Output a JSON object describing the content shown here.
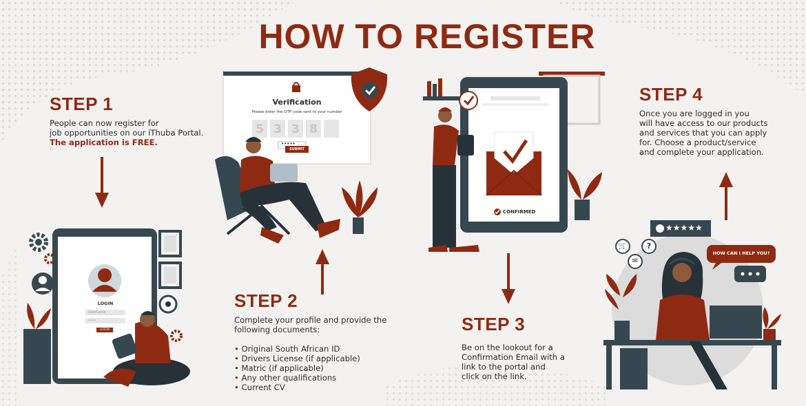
{
  "title": "HOW TO REGISTER",
  "colors": {
    "accent": "#8f2a12",
    "dark": "#37474f",
    "text": "#2d2d2d"
  },
  "step1": {
    "heading": "STEP 1",
    "lines": [
      "People can now register for",
      "job opportunities on our iThuba Portal."
    ],
    "highlight": "The application is FREE.",
    "screen": {
      "login_label": "LOGIN",
      "username_placeholder": "Username",
      "password_placeholder": "••••",
      "button": "LOGIN"
    }
  },
  "step2": {
    "heading": "STEP 2",
    "intro_lines": [
      "Complete your profile and provide the",
      "following documents:"
    ],
    "documents": [
      "Original South African ID",
      "Drivers License (if applicable)",
      "Matric (if applicable)",
      "Any other qualifications",
      "Current CV"
    ],
    "screen": {
      "title": "Verification",
      "subtitle": "Please enter the OTP code sent to your number",
      "otp_digits": [
        "5",
        "3",
        "3",
        "8",
        ""
      ],
      "password_mask": "•••••",
      "button": "SUBMIT"
    }
  },
  "step3": {
    "heading": "STEP 3",
    "lines": [
      "Be on the lookout for a",
      "Confirmation Email with a",
      "link to the portal and",
      "click on the link."
    ],
    "screen": {
      "status": "CONFIRMED"
    }
  },
  "step4": {
    "heading": "STEP 4",
    "lines": [
      "Once you are logged in you",
      "will have access to our products",
      "and services that you can apply",
      "for. Choose a product/service",
      "and complete your application."
    ],
    "chat_bubble": "HOW CAN I HELP YOU?",
    "rating": "★★★★★"
  }
}
